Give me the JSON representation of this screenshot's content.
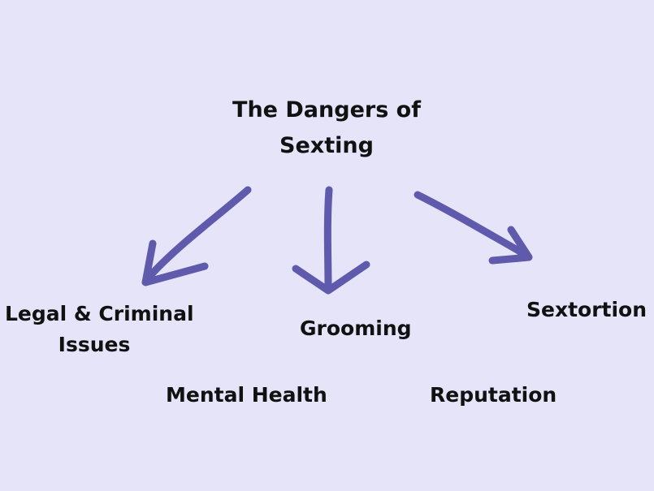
{
  "diagram": {
    "title_line1": "The Dangers of",
    "title_line2": "Sexting",
    "topics": {
      "legal_line1": "Legal & Criminal",
      "legal_line2": "Issues",
      "grooming": "Grooming",
      "sextortion": "Sextortion",
      "mental_health": "Mental Health",
      "reputation": "Reputation"
    }
  },
  "colors": {
    "background": "#e6e4f8",
    "arrow": "#5f5aab",
    "text": "#111111"
  }
}
